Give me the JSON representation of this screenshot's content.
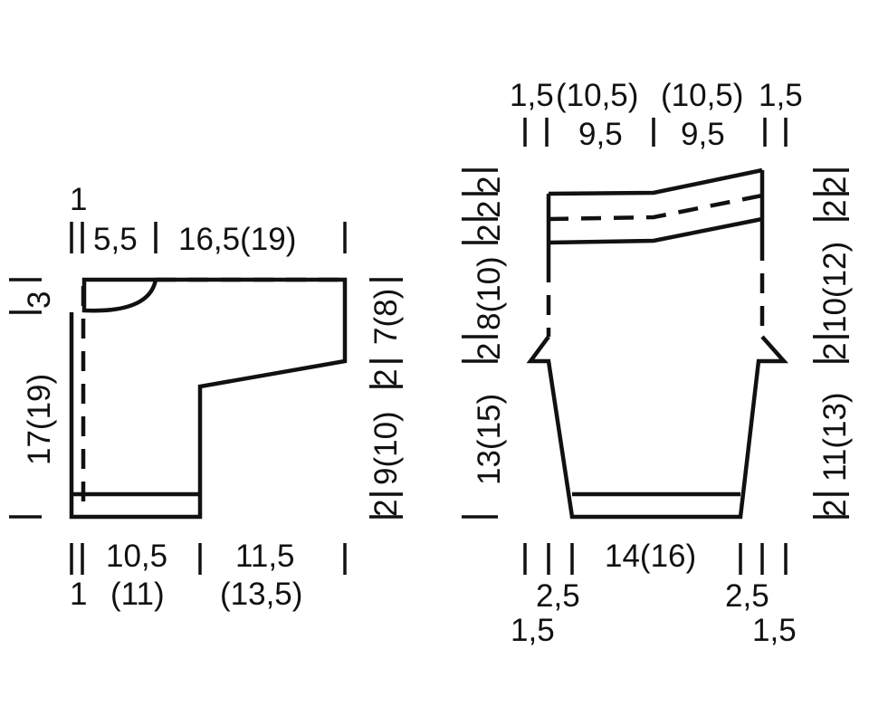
{
  "colors": {
    "ink": "#111111",
    "background": "#ffffff"
  },
  "body_piece": {
    "top": {
      "one": "1",
      "neck": "5,5",
      "shoulder": "16,5(19)"
    },
    "bottom": {
      "one": "1",
      "w1": "10,5",
      "w1b": "(11)",
      "w2": "11,5",
      "w2b": "(13,5)"
    },
    "left": {
      "neck_depth": "3",
      "height": "17(19)"
    },
    "right": {
      "rib": "2",
      "lower": "9(10)",
      "mid": "2",
      "upper": "7(8)"
    }
  },
  "sleeve": {
    "top": {
      "a": "1,5",
      "b": "(10,5)",
      "c": "(10,5)",
      "d": "1,5",
      "e": "9,5",
      "f": "9,5"
    },
    "bottom": {
      "main": "14(16)",
      "l1": "2,5",
      "l2": "1,5",
      "r1": "2,5",
      "r2": "1,5"
    },
    "left": {
      "a": "2",
      "b": "2",
      "c": "2",
      "upper": "8(10)",
      "mid": "2",
      "lower": "13(15)"
    },
    "right": {
      "a": "2",
      "b": "2",
      "upper": "10(12)",
      "mid": "2",
      "lower": "11(13)",
      "rib": "2"
    }
  }
}
